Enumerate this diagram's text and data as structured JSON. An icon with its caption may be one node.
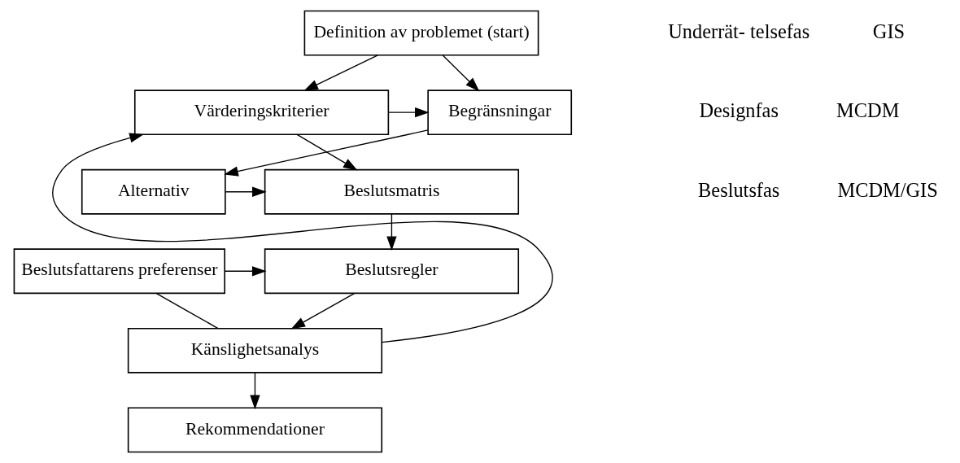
{
  "diagram": {
    "nodes": [
      {
        "text": [
          "Definition av problemet (start)"
        ]
      },
      {
        "text": [
          "Värderingskriterier"
        ]
      },
      {
        "text": [
          "Begränsningar"
        ]
      },
      {
        "text": [
          "Beslutsmatris"
        ]
      },
      {
        "text": [
          "Alternativ"
        ]
      },
      {
        "text": [
          "Beslutsfattarens preferenser"
        ]
      },
      {
        "text": [
          "Beslutsregler"
        ]
      },
      {
        "text": [
          "Känslighetsanalys"
        ]
      },
      {
        "text": [
          "Rekommendationer"
        ]
      }
    ],
    "edges": [
      {
        "from": 0,
        "to": 1,
        "arrow": "to"
      },
      {
        "from": 0,
        "to": 2,
        "arrow": "to"
      },
      {
        "from": 1,
        "to": 2,
        "arrow": "to"
      },
      {
        "from": 1,
        "to": 3,
        "arrow": "to"
      },
      {
        "from": 2,
        "to": 4,
        "arrow": "to"
      },
      {
        "from": 4,
        "to": 3,
        "arrow": "to"
      },
      {
        "from": 3,
        "to": 6,
        "arrow": "to"
      },
      {
        "from": 5,
        "to": 6,
        "arrow": "to"
      },
      {
        "from": 6,
        "to": 7,
        "arrow": "to"
      },
      {
        "from": 7,
        "to": 1,
        "arrow": "to"
      },
      {
        "from": 5,
        "to": 7,
        "arrow": "none"
      },
      {
        "from": 7,
        "to": 8,
        "arrow": "to"
      }
    ],
    "labels": [
      "Underrät- telsefas",
      "GIS",
      "Designfas",
      "MCDM",
      "Beslutsfas",
      "MCDM/GIS"
    ]
  }
}
